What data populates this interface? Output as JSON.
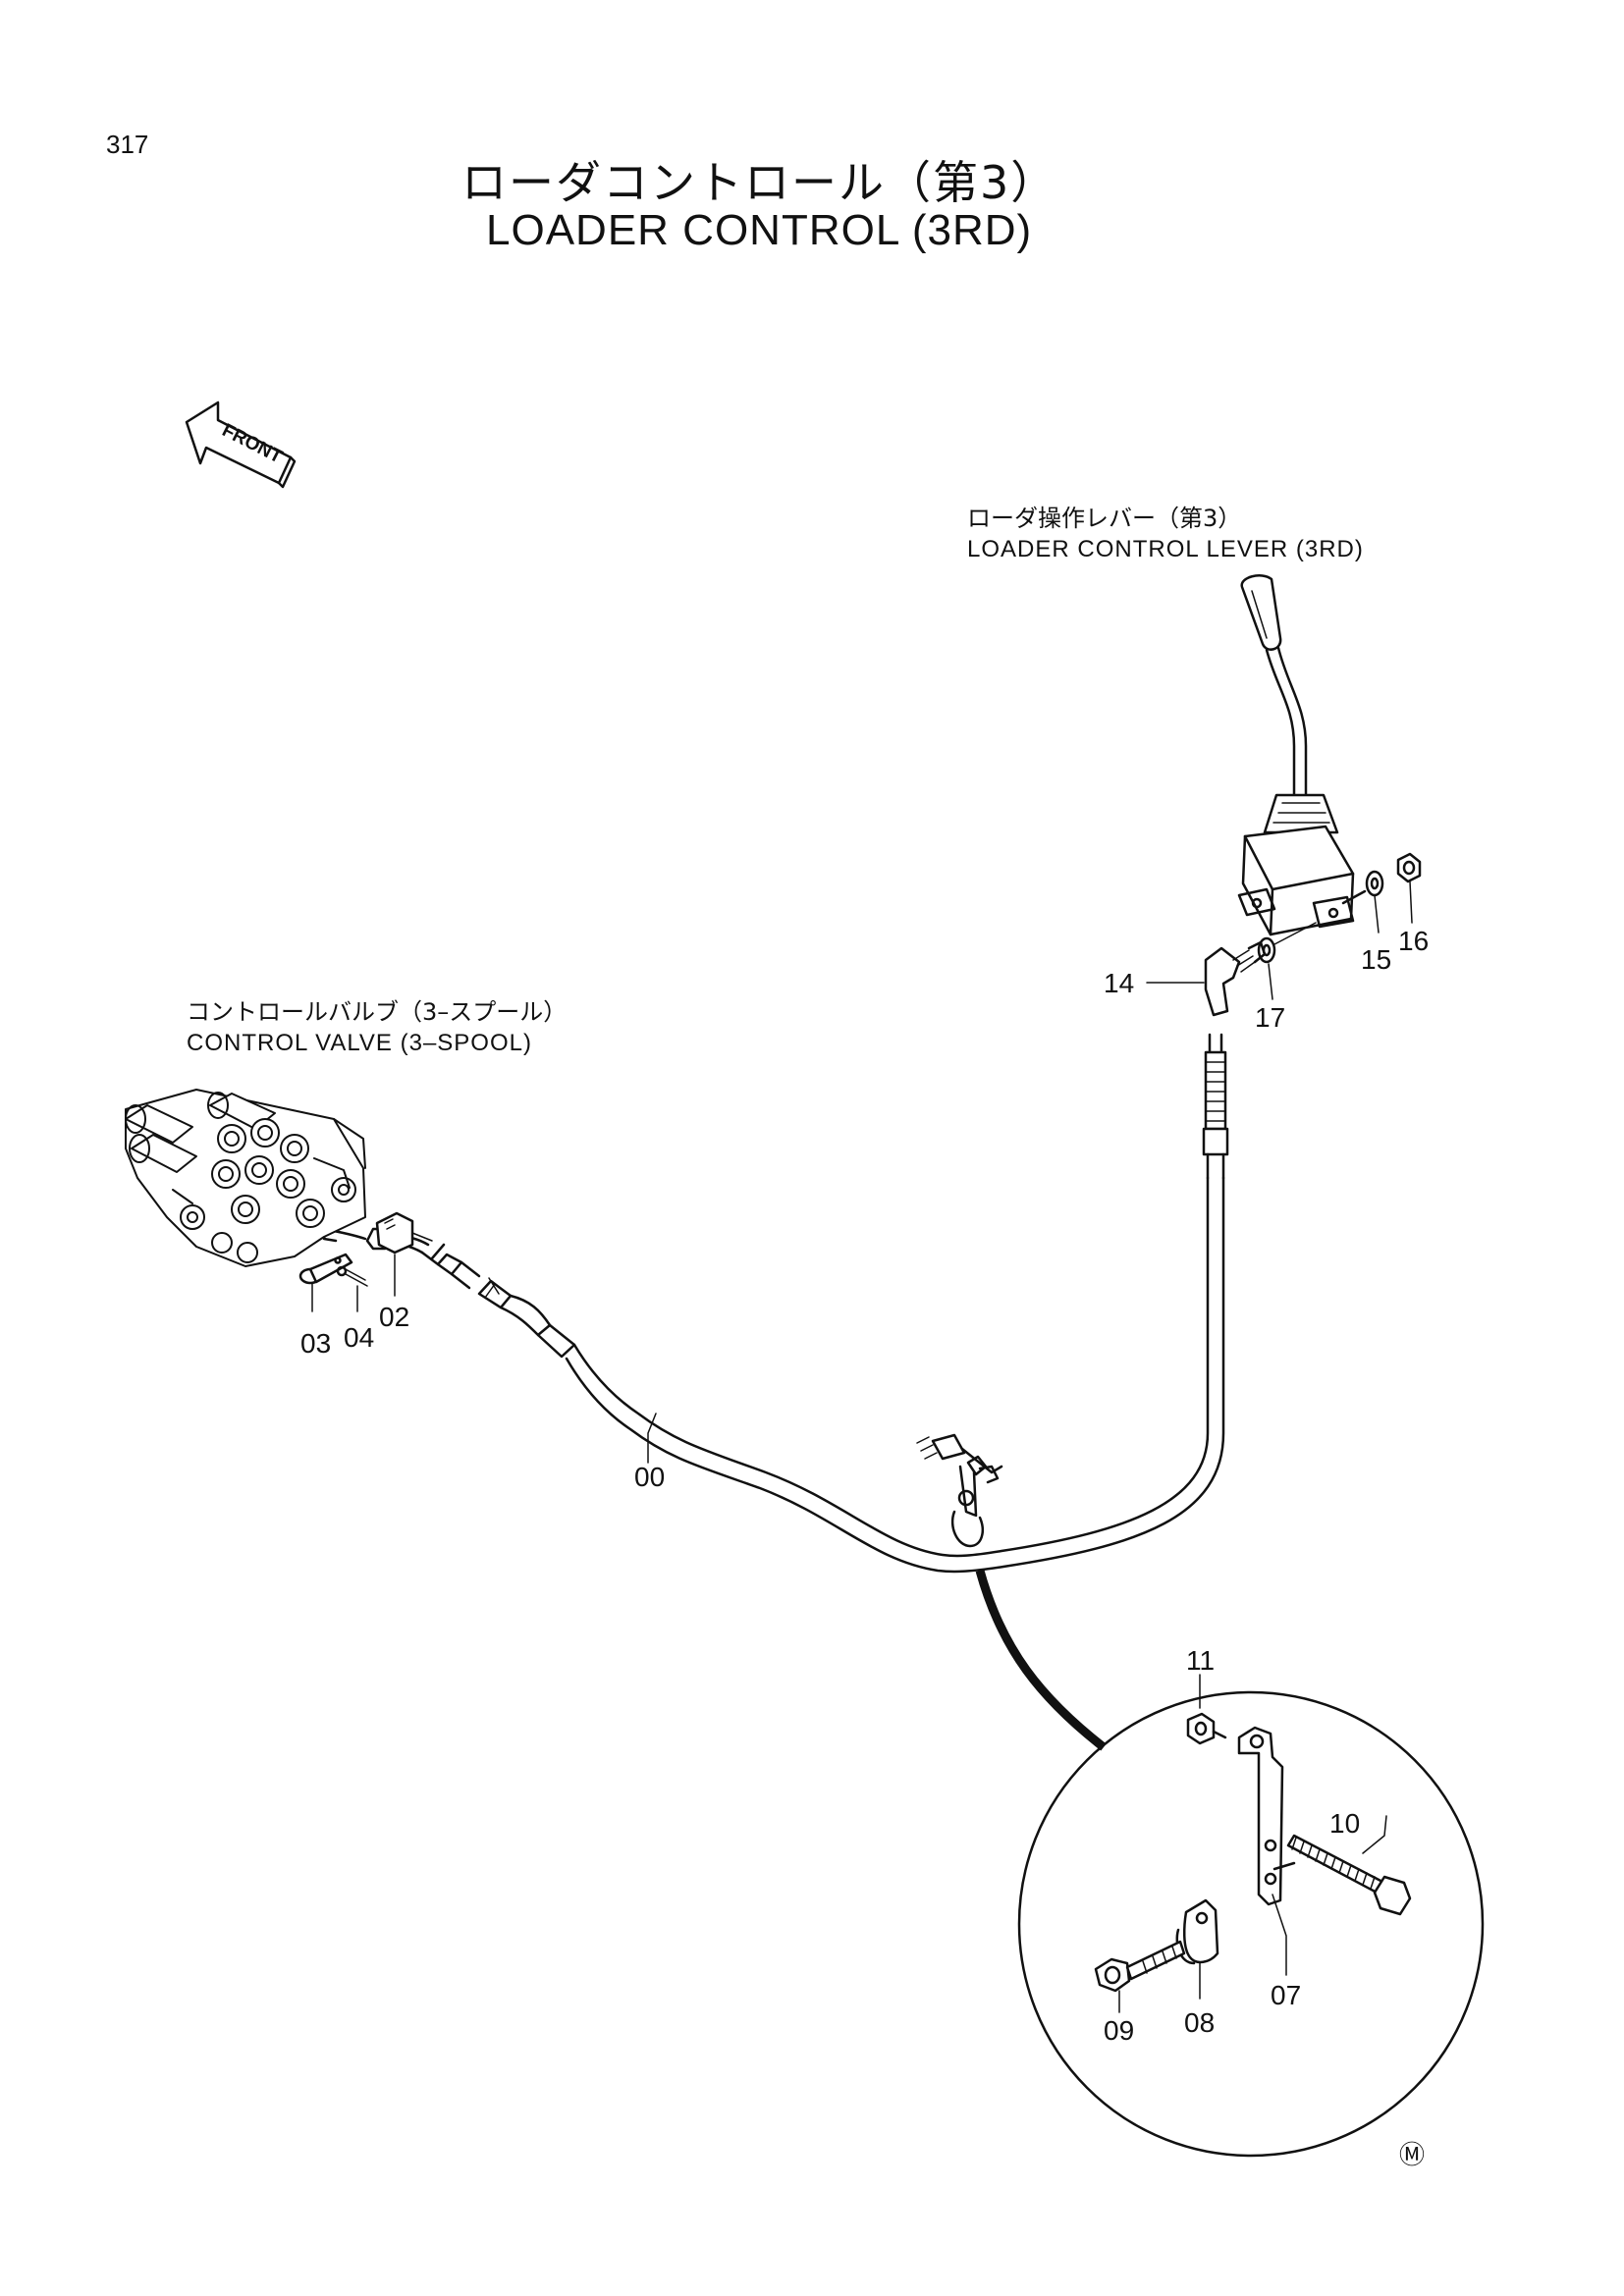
{
  "page_number": "317",
  "title_jp": "ローダコントロール（第3）",
  "title_en": "LOADER CONTROL (3RD)",
  "front_label": "FRONT",
  "lever_caption": {
    "jp": "ローダ操作レバー（第3）",
    "en": "LOADER CONTROL LEVER (3RD)"
  },
  "valve_caption": {
    "jp": "コントロールバルブ（3–スプール）",
    "en": "CONTROL VALVE (3–SPOOL)"
  },
  "part_numbers": {
    "p00": "00",
    "p02": "02",
    "p03": "03",
    "p04": "04",
    "p07": "07",
    "p08": "08",
    "p09": "09",
    "p10": "10",
    "p11": "11",
    "p14": "14",
    "p15": "15",
    "p16": "16",
    "p17": "17"
  },
  "mark": "Ⓜ"
}
